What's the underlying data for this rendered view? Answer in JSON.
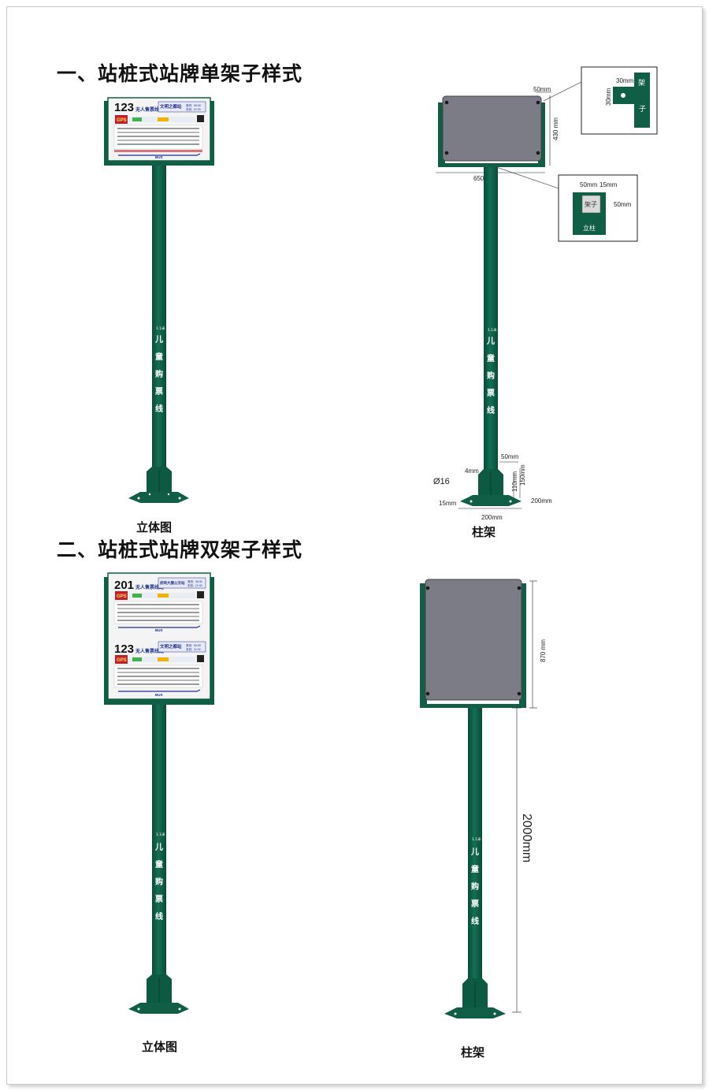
{
  "page": {
    "accent_color": "#0f5e45",
    "panel_color": "#7b7c86"
  },
  "section1": {
    "title": "一、站桩式站牌单架子样式",
    "left_caption": "立体图",
    "right_caption": "柱架",
    "sign": {
      "route": "123",
      "route_label": "无人售票线路",
      "station": "文明之都站",
      "first_label": "首班:",
      "first_time": "06:30",
      "last_label": "末班:",
      "last_time": "21:00",
      "gps_label": "GPS",
      "bus_label": "BUS"
    },
    "dims": {
      "top_offset": "50mm",
      "height": "430 mm",
      "width": "650mm",
      "detail1_a": "30mm",
      "detail1_b": "30mm",
      "detail1_part": "架",
      "detail1_part2": "子",
      "detail2_a": "50mm",
      "detail2_b": "15mm",
      "detail2_c": "50mm",
      "detail2_frame": "架子",
      "detail2_post": "立柱",
      "base_w": "50mm",
      "base_t": "4mm",
      "base_h1": "150mm",
      "base_h2": "110mm",
      "hole": "Ø16",
      "edge": "15mm",
      "plate_w": "200mm",
      "plate_d": "200mm"
    },
    "pole_text": [
      "儿",
      "童",
      "购",
      "票",
      "线"
    ],
    "pole_mark": "1.1米"
  },
  "section2": {
    "title": "二、站桩式站牌双架子样式",
    "left_caption": "立体图",
    "right_caption": "柱架",
    "sign_top": {
      "route": "201",
      "route_label": "无人售票线路",
      "station": "武鸣大唐公交站",
      "first_label": "首班:",
      "first_time": "06:30",
      "last_label": "末班:",
      "last_time": "21:00",
      "gps_label": "GPS",
      "bus_label": "BUS"
    },
    "sign_bottom": {
      "route": "123",
      "route_label": "无人售票线路",
      "station": "文明之都站",
      "first_label": "首班:",
      "first_time": "06:30",
      "last_label": "末班:",
      "last_time": "21:00",
      "gps_label": "GPS",
      "bus_label": "BUS"
    },
    "dims": {
      "panel_height": "870 mm",
      "pole_height": "2000mm"
    },
    "pole_text": [
      "儿",
      "童",
      "购",
      "票",
      "线"
    ],
    "pole_mark": "1.1米"
  }
}
